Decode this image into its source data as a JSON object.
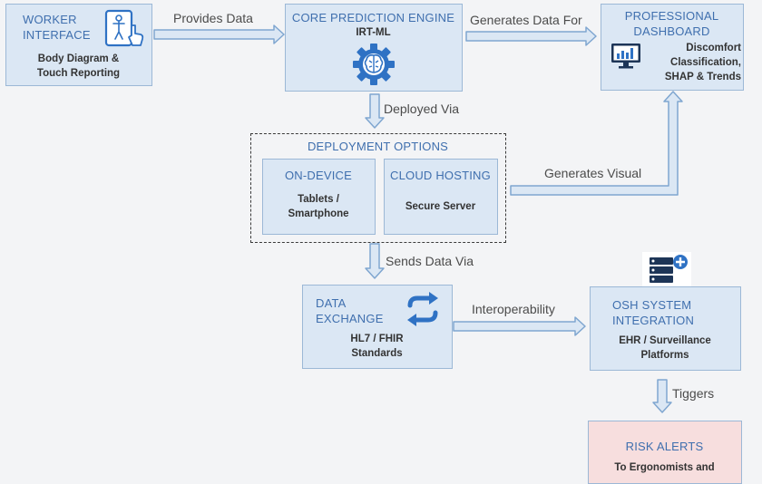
{
  "nodes": {
    "worker": {
      "title_l1": "WORKER",
      "title_l2": "INTERFACE",
      "sub_l1": "Body Diagram &",
      "sub_l2": "Touch Reporting",
      "icon": "tablet-body-touch-icon"
    },
    "engine": {
      "title": "CORE PREDICTION ENGINE",
      "sub": "IRT-ML",
      "icon": "brain-gear-icon"
    },
    "dashboard": {
      "title_l1": "PROFESSIONAL",
      "title_l2": "DASHBOARD",
      "sub_l1": "Discomfort",
      "sub_l2": "Classification,",
      "sub_l3": "SHAP & Trends",
      "icon": "monitor-chart-icon"
    },
    "deployment": {
      "title": "DEPLOYMENT OPTIONS",
      "on_device": {
        "title": "ON-DEVICE",
        "sub_l1": "Tablets /",
        "sub_l2": "Smartphone"
      },
      "cloud": {
        "title": "CLOUD HOSTING",
        "sub": "Secure Server"
      }
    },
    "exchange": {
      "title_l1": "DATA",
      "title_l2": "EXCHANGE",
      "sub_l1": "HL7 / FHIR",
      "sub_l2": "Standards",
      "icon": "sync-arrows-icon"
    },
    "osh": {
      "title_l1": "OSH SYSTEM",
      "title_l2": "INTEGRATION",
      "sub_l1": "EHR / Surveillance",
      "sub_l2": "Platforms",
      "icon": "server-plus-icon"
    },
    "alerts": {
      "title": "RISK ALERTS",
      "sub_l1": "To Ergonomists and"
    }
  },
  "edges": {
    "provides": "Provides Data",
    "generates_for": "Generates Data For",
    "deployed": "Deployed Via",
    "visual": "Generates Visual",
    "sends": "Sends Data Via",
    "interop": "Interoperability",
    "triggers": "Tiggers"
  },
  "colors": {
    "box_fill": "#dbe7f4",
    "box_border": "#9cb8d6",
    "title_text": "#3f6fae",
    "alert_fill": "#f7dede",
    "icon_blue": "#2f72c4"
  }
}
